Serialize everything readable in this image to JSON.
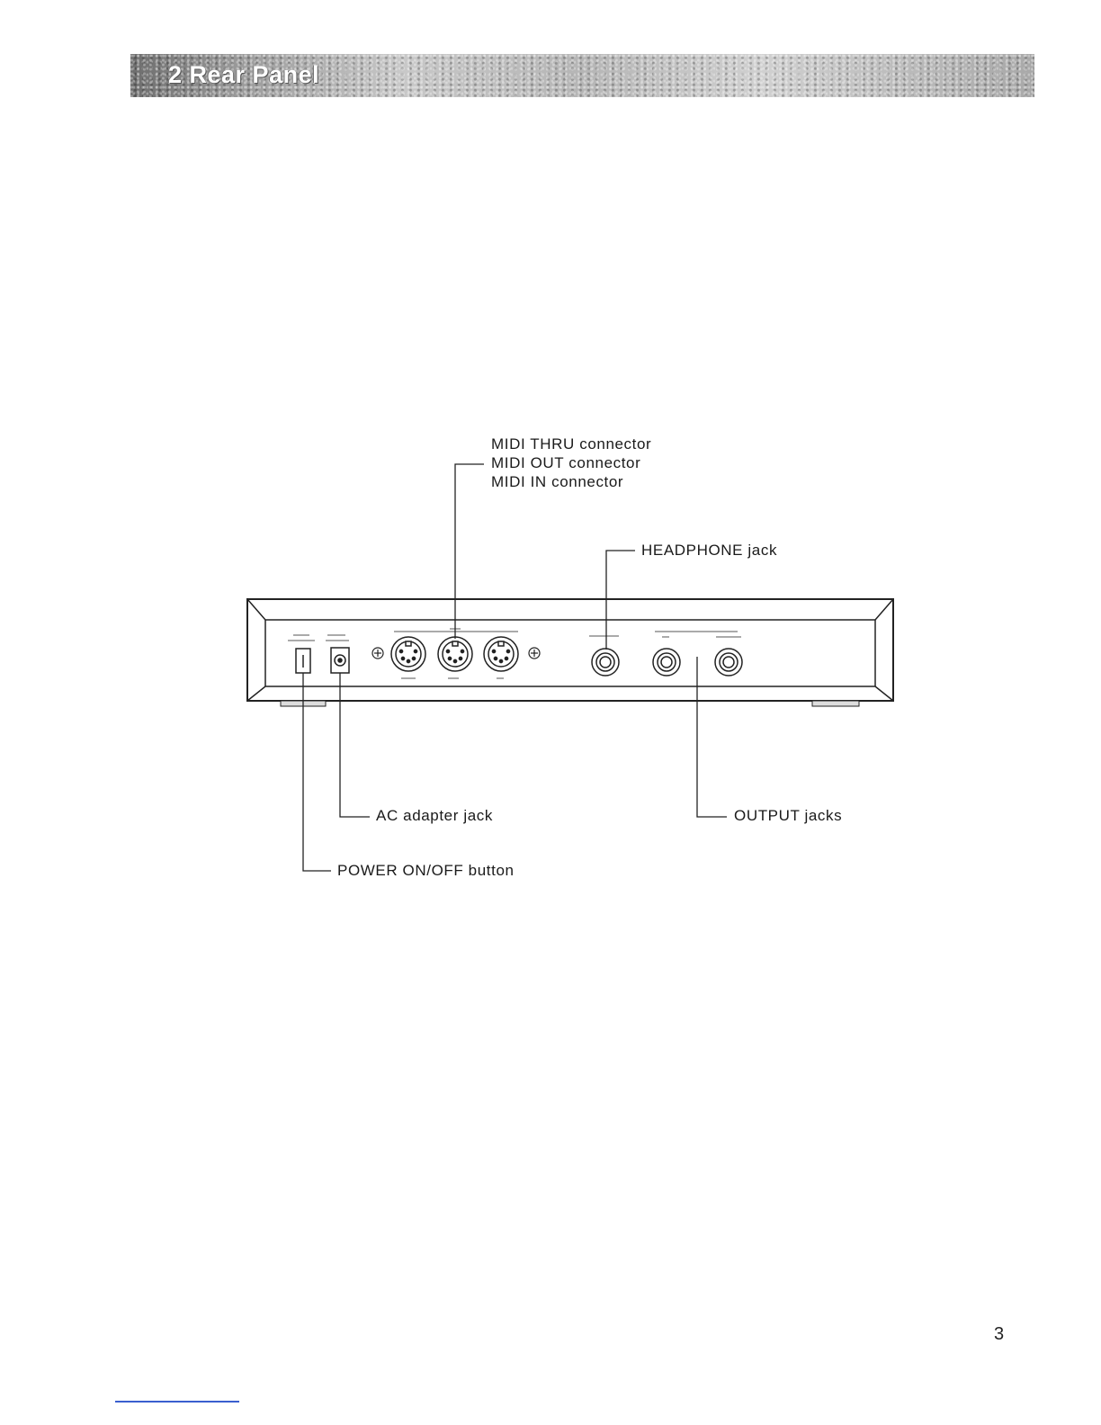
{
  "header": {
    "title": "2 Rear Panel"
  },
  "callouts": {
    "midi_thru": "MIDI THRU connector",
    "midi_out": "MIDI OUT connector",
    "midi_in": "MIDI IN connector",
    "headphone": "HEADPHONE jack",
    "ac_adapter": "AC adapter jack",
    "output": "OUTPUT jacks",
    "power": "POWER ON/OFF button"
  },
  "page_number": "3"
}
